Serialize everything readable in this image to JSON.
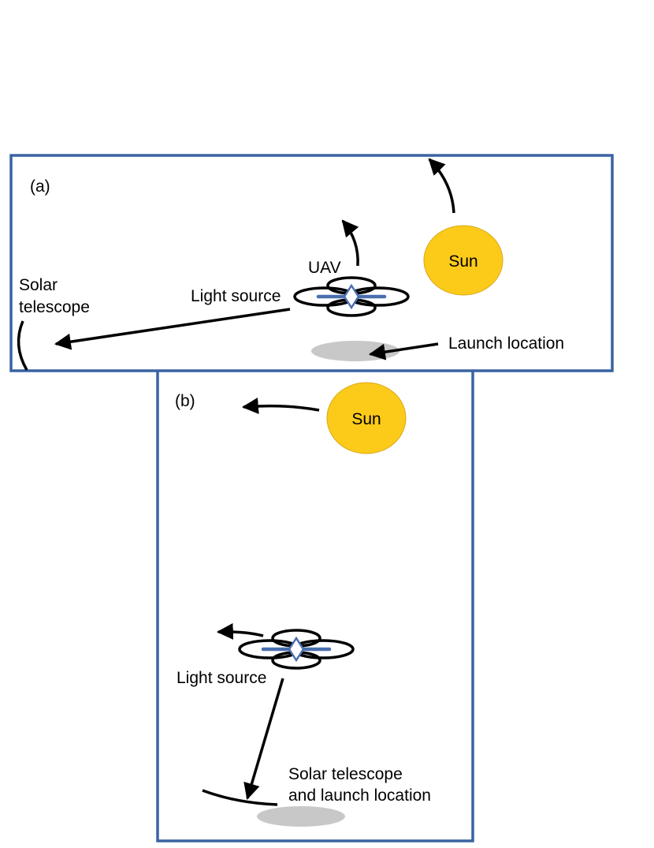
{
  "colors": {
    "frame": "#3a63a3",
    "sun_fill": "#fccb1a",
    "sun_stroke": "#d9a818",
    "ground": "#c8c8c8",
    "blade": "#4a6fb0",
    "arrow": "#000000"
  },
  "panel_a": {
    "tag": "(a)",
    "sun_label": "Sun",
    "uav_label": "UAV",
    "light_source_label": "Light source",
    "telescope_label_line1": "Solar",
    "telescope_label_line2": "telescope",
    "launch_label": "Launch location"
  },
  "panel_b": {
    "tag": "(b)",
    "sun_label": "Sun",
    "light_source_label": "Light source",
    "telescope_label_line1": "Solar telescope",
    "telescope_label_line2": "and launch location"
  }
}
